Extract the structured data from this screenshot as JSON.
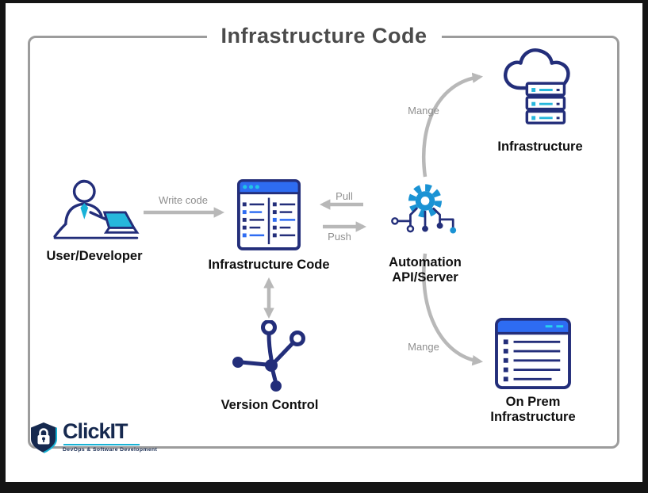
{
  "title": "Infrastructure Code",
  "nodes": {
    "user": {
      "label": "User/Developer"
    },
    "infra_code": {
      "label": "Infrastructure Code"
    },
    "automation": {
      "line1": "Automation",
      "line2": "API/Server"
    },
    "infrastructure": {
      "label": "Infrastructure"
    },
    "version_control": {
      "label": "Version Control"
    },
    "on_prem": {
      "line1": "On Prem",
      "line2": "Infrastructure"
    }
  },
  "arrows": {
    "write_code": "Write code",
    "pull": "Pull",
    "push": "Push",
    "manage_top": "Mange",
    "manage_bottom": "Mange"
  },
  "logo": {
    "brand": "ClickIT",
    "tagline": "DevOps & Software Development"
  },
  "colors": {
    "navy": "#232e7a",
    "blue": "#2e6cf2",
    "teal": "#1ab5dc",
    "gear_teal": "#1a93d4",
    "arrow_gray": "#b8b8b8",
    "border_gray": "#9c9c9c",
    "title_gray": "#4b4b4b"
  }
}
